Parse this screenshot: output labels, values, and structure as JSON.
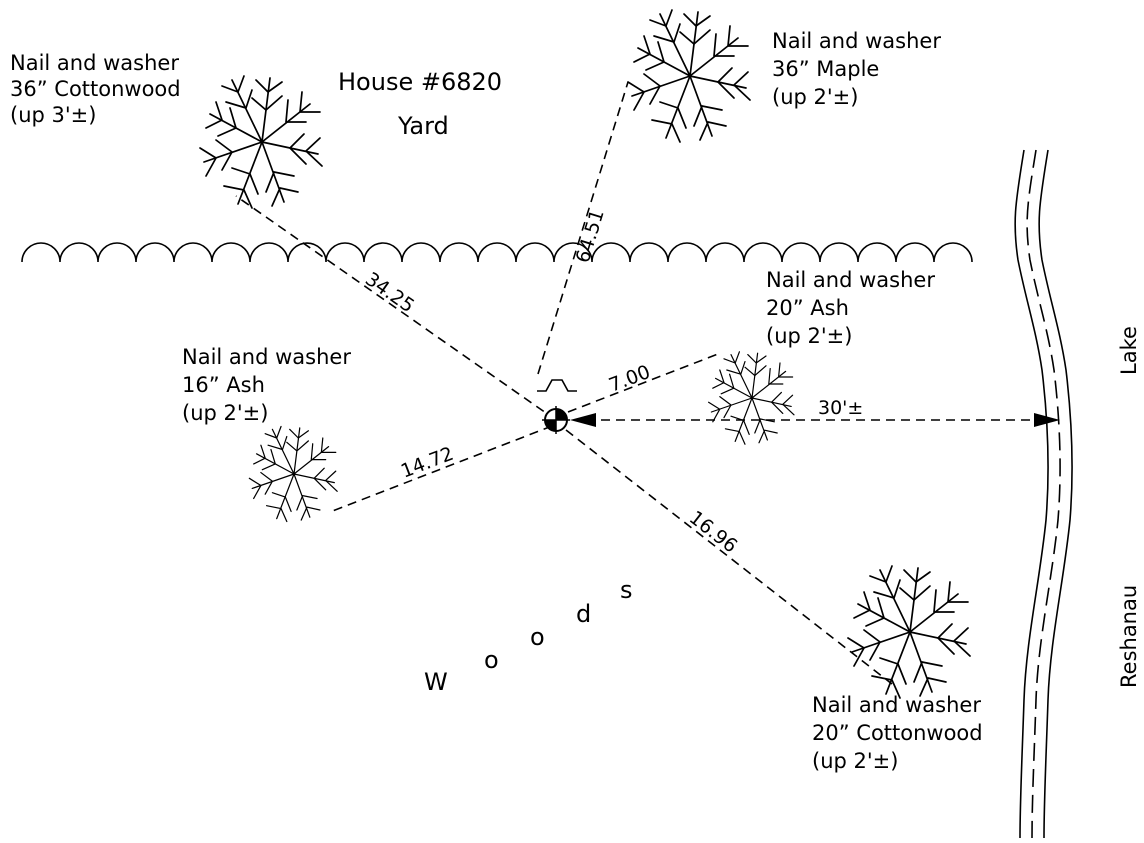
{
  "yard_labels": {
    "house": "House #6820",
    "yard": "Yard",
    "woods": [
      "W",
      "o",
      "o",
      "d",
      "s"
    ]
  },
  "lake_labels": {
    "lake": "Lake",
    "name": "Reshanau"
  },
  "trees": [
    {
      "id": "cottonwood-36",
      "lines": [
        "Nail and washer",
        "36” Cottonwood",
        "(up 3'±)"
      ]
    },
    {
      "id": "maple-36",
      "lines": [
        "Nail and washer",
        "36” Maple",
        "(up 2'±)"
      ]
    },
    {
      "id": "ash-20",
      "lines": [
        "Nail and washer",
        "20” Ash",
        "(up 2'±)"
      ]
    },
    {
      "id": "ash-16",
      "lines": [
        "Nail and washer",
        "16” Ash",
        "(up 2'±)"
      ]
    },
    {
      "id": "cottonwood-20",
      "lines": [
        "Nail and washer",
        "20” Cottonwood",
        "(up 2'±)"
      ]
    }
  ],
  "distances": {
    "to_cottonwood_36": "34.25",
    "to_maple_36": "64.51",
    "to_ash_20": "7.00",
    "to_ash_16": "14.72",
    "to_cottonwood_20": "16.96",
    "to_lake": "30'±"
  }
}
